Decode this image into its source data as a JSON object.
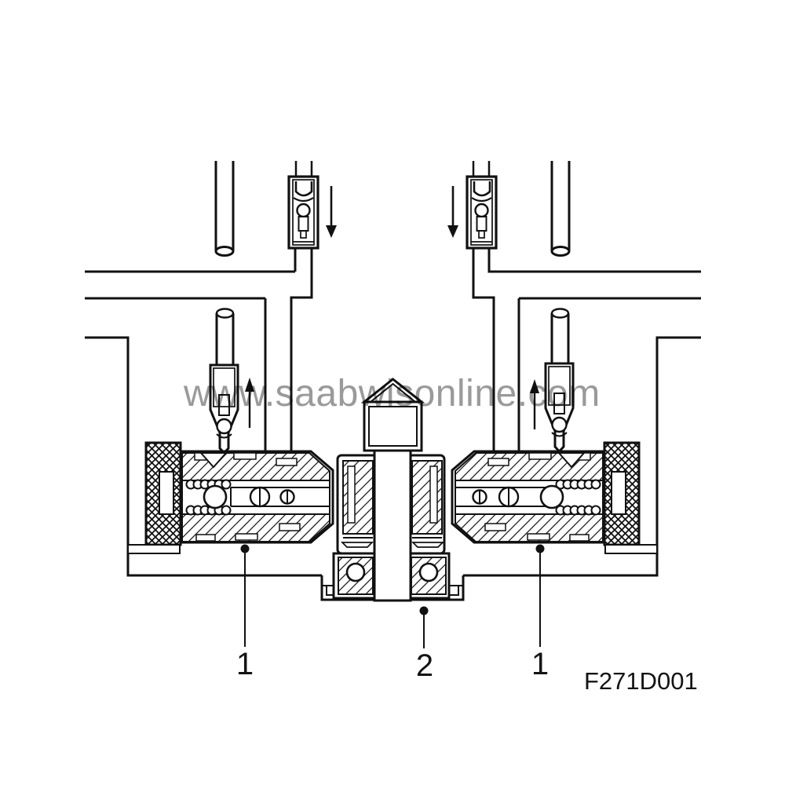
{
  "watermark": {
    "text": "www.saabwisonline.com",
    "color": "#9a9a9a"
  },
  "labels": {
    "left": {
      "text": "1"
    },
    "center": {
      "text": "2"
    },
    "right": {
      "text": "1"
    }
  },
  "figure": {
    "code": "F271D001"
  },
  "drawing": {
    "line_color": "#111111",
    "background": "#ffffff",
    "arrows": {
      "top_left": "down-arrow",
      "top_right": "down-arrow",
      "mid_left": "up-arrow",
      "mid_right": "up-arrow"
    }
  }
}
